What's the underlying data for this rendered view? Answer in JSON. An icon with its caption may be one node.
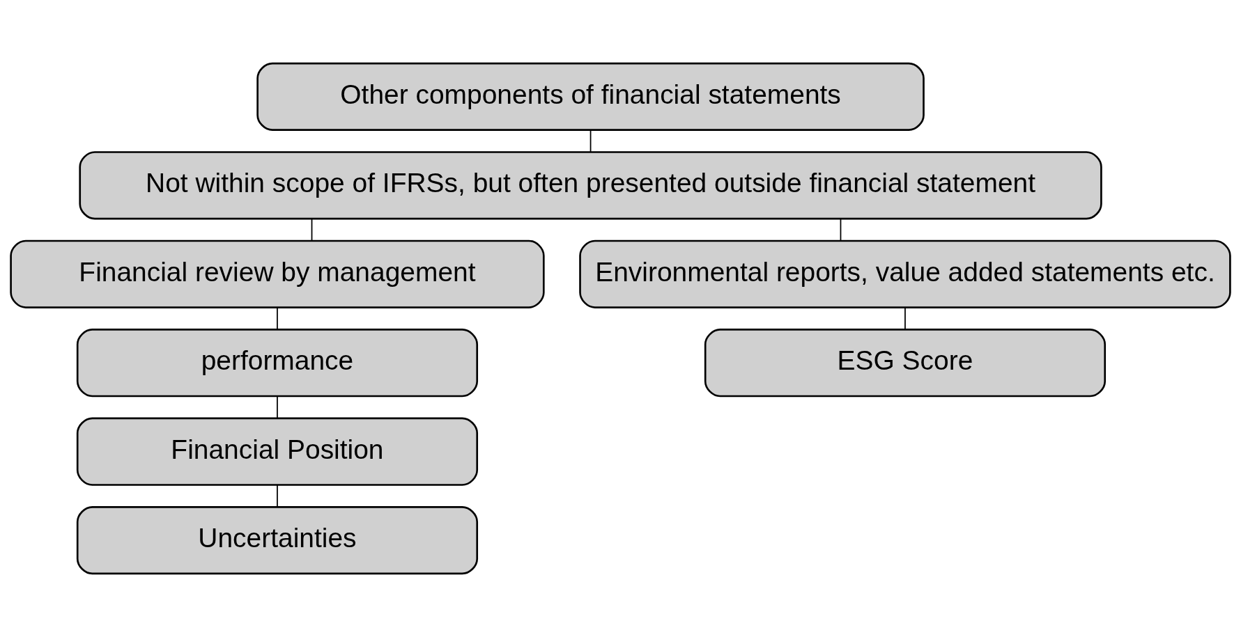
{
  "diagram": {
    "nodes": [
      {
        "text": [
          "Other components of financial statements"
        ]
      },
      {
        "text": [
          "Not within scope of IFRSs, but often presented outside financial statement"
        ]
      },
      {
        "text": [
          "Financial review by management"
        ]
      },
      {
        "text": [
          "Environmental reports, value added statements etc."
        ]
      },
      {
        "text": [
          "performance"
        ]
      },
      {
        "text": [
          "ESG Score"
        ]
      },
      {
        "text": [
          "Financial Position"
        ]
      },
      {
        "text": [
          "Uncertainties"
        ]
      }
    ],
    "edges": [
      {
        "from": 0,
        "to": 1,
        "arrow": "none"
      },
      {
        "from": 1,
        "to": 2,
        "arrow": "none"
      },
      {
        "from": 1,
        "to": 3,
        "arrow": "none"
      },
      {
        "from": 2,
        "to": 4,
        "arrow": "none"
      },
      {
        "from": 3,
        "to": 5,
        "arrow": "none"
      },
      {
        "from": 4,
        "to": 6,
        "arrow": "none"
      },
      {
        "from": 6,
        "to": 7,
        "arrow": "none"
      }
    ]
  }
}
